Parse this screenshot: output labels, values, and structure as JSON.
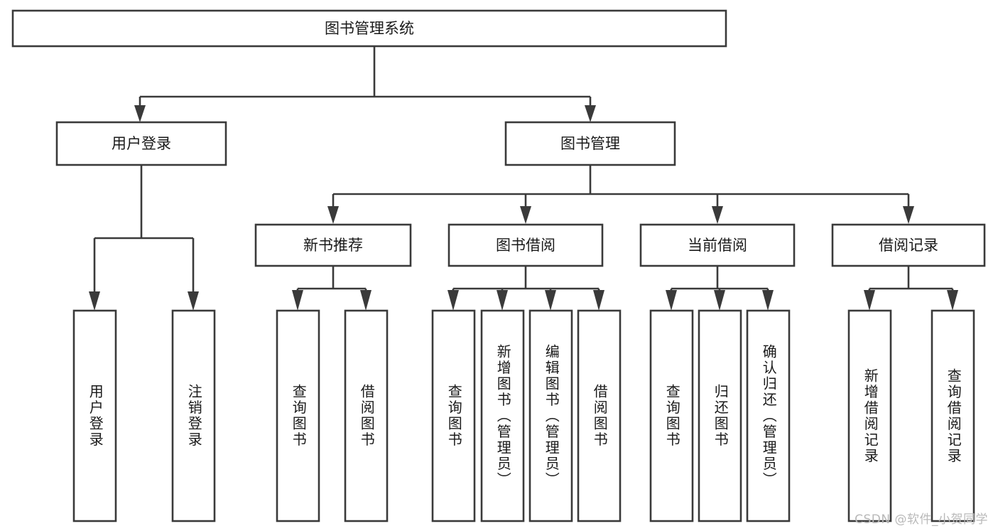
{
  "diagram": {
    "title": "图书管理系统",
    "type": "tree",
    "watermark": "CSDN @软件_小贺同学",
    "colors": {
      "stroke": "#3a3a3a",
      "node_fill": "#ffffff",
      "text": "#1a1a1a",
      "background": "#ffffff",
      "watermark": "#b9b9b9"
    },
    "nodes": {
      "root": {
        "label": "图书管理系统"
      },
      "level1": [
        {
          "id": "user-login",
          "label": "用户登录"
        },
        {
          "id": "book-manage",
          "label": "图书管理"
        }
      ],
      "level2": [
        {
          "id": "new-book-recommend",
          "label": "新书推荐",
          "parent": "book-manage"
        },
        {
          "id": "book-borrow",
          "label": "图书借阅",
          "parent": "book-manage"
        },
        {
          "id": "current-borrow",
          "label": "当前借阅",
          "parent": "book-manage"
        },
        {
          "id": "borrow-record",
          "label": "借阅记录",
          "parent": "book-manage"
        }
      ],
      "leaves": {
        "user-login": [
          {
            "id": "leaf-user-login",
            "label": "用户登录"
          },
          {
            "id": "leaf-logout",
            "label": "注销登录"
          }
        ],
        "new-book-recommend": [
          {
            "id": "leaf-query-book-1",
            "label": "查询图书"
          },
          {
            "id": "leaf-borrow-book-1",
            "label": "借阅图书"
          }
        ],
        "book-borrow": [
          {
            "id": "leaf-query-book-2",
            "label": "查询图书"
          },
          {
            "id": "leaf-add-book",
            "label": "新增图书（管理员）"
          },
          {
            "id": "leaf-edit-book",
            "label": "编辑图书（管理员）"
          },
          {
            "id": "leaf-borrow-book-2",
            "label": "借阅图书"
          }
        ],
        "current-borrow": [
          {
            "id": "leaf-query-book-3",
            "label": "查询图书"
          },
          {
            "id": "leaf-return-book",
            "label": "归还图书"
          },
          {
            "id": "leaf-confirm-return",
            "label": "确认归还（管理员）"
          }
        ],
        "borrow-record": [
          {
            "id": "leaf-add-record",
            "label": "新增借阅记录"
          },
          {
            "id": "leaf-query-record",
            "label": "查询借阅记录"
          }
        ]
      }
    }
  }
}
